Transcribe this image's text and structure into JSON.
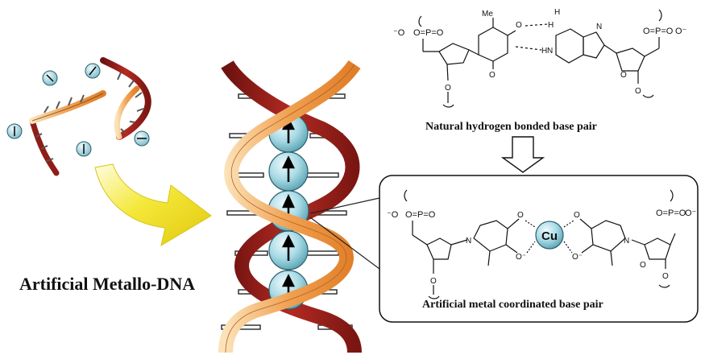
{
  "title": "Artificial Metallo-DNA",
  "natural_caption": "Natural hydrogen bonded base pair",
  "artificial_caption": "Artificial metal coordinated base pair",
  "metal_label": "Cu",
  "labels": {
    "methyl": "Me",
    "phosphate": "O=P=O",
    "phosphate_charge": "⁻O",
    "phosphate_charge_right": "O⁻",
    "carbonyl_o": "O",
    "nitrogen": "N",
    "nh": "N–H",
    "h": "H",
    "oxide": "O⁻"
  },
  "colors": {
    "strand_orange": "#f0a050",
    "strand_red": "#a3231f",
    "sphere": "#a9dbe6",
    "arrow_yellow": "#f2e21d"
  },
  "icons": [
    "metal-ion-sphere-icon",
    "spin-arrow-icon",
    "curved-yellow-arrow-icon",
    "down-arrow-icon"
  ]
}
